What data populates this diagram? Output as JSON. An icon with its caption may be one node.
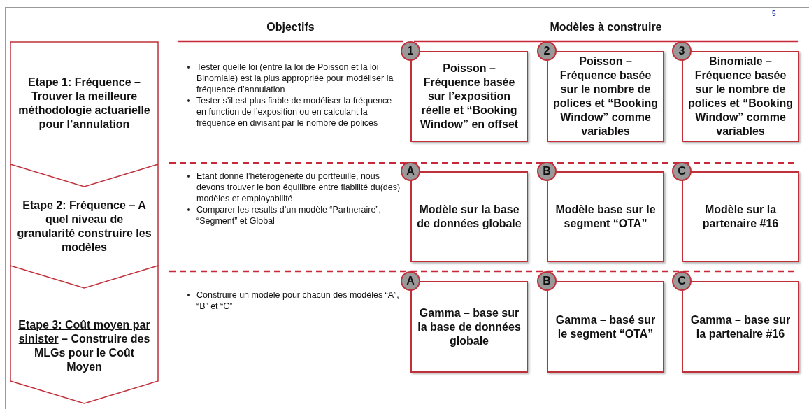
{
  "diagram": {
    "nodes": [
      {
        "text": [
          "Etape 1: Fréquence",
          "– Trouver la meilleure méthodologie actuarielle pour l’annulation"
        ]
      },
      {
        "text": [
          "1"
        ]
      },
      {
        "text": [
          "Poisson – Fréquence basée sur l’exposition réelle et “Booking Window” en offset"
        ]
      },
      {
        "text": [
          "2"
        ]
      },
      {
        "text": [
          "Poisson – Fréquence basée sur le nombre de polices et “Booking Window” comme variables"
        ]
      },
      {
        "text": [
          "3"
        ]
      },
      {
        "text": [
          "Binomiale – Fréquence basée sur le nombre de polices et “Booking Window” comme variables"
        ]
      },
      {
        "text": [
          "Etape 2: Fréquence",
          "– A quel niveau de granularité construire les modèles"
        ]
      },
      {
        "text": [
          "A"
        ]
      },
      {
        "text": [
          "Modèle sur la base de données globale"
        ]
      },
      {
        "text": [
          "B"
        ]
      },
      {
        "text": [
          "Modèle base sur le segment “OTA”"
        ]
      },
      {
        "text": [
          "C"
        ]
      },
      {
        "text": [
          "Modèle sur la partenaire #16"
        ]
      },
      {
        "text": [
          "Etape 3: Coût moyen par sinister",
          "– Construire des MLGs pour le Coût Moyen"
        ]
      },
      {
        "text": [
          "A"
        ]
      },
      {
        "text": [
          "Gamma – base sur la base de données globale"
        ]
      },
      {
        "text": [
          "B"
        ]
      },
      {
        "text": [
          "Gamma – basé sur le segment “OTA”"
        ]
      },
      {
        "text": [
          "C"
        ]
      },
      {
        "text": [
          "Gamma – base sur la partenaire #16"
        ]
      }
    ],
    "labels": [
      "Objectifs",
      "Modèles à construire",
      "5",
      "Tester quelle loi (entre la loi de Poisson et la loi Binomiale) est la plus appropriée pour modéliser la fréquence d’annulation",
      "Tester s’il est plus fiable de modéliser la fréquence en function de l’exposition ou en calculant la fréquence en divisant par le nombre de polices",
      "Etant donné l’hétérogénéité du portfeuille, nous devons trouver le bon équilibre entre fiabilité du(des) modèles et employabilité",
      "Comparer les results d’un modèle “Partneraire”, “Segment” et Global",
      "Construire un modèle pour chacun des modèles “A”, “B” et “C”"
    ]
  }
}
